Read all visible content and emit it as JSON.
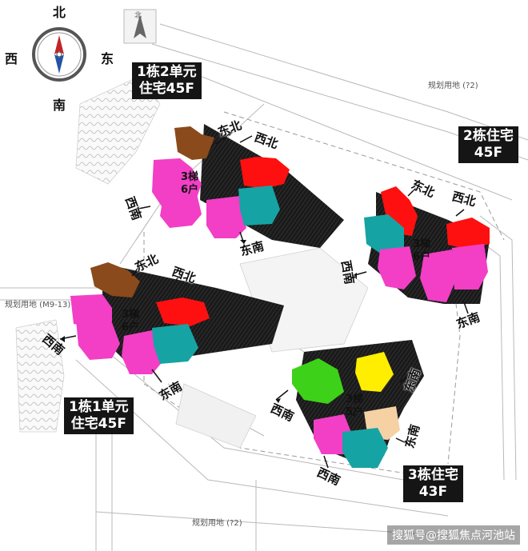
{
  "compass": {
    "north": "北",
    "south": "南",
    "east": "东",
    "west": "西"
  },
  "north_arrow_label": "北",
  "buildings": {
    "b1u2": {
      "label": "1栋2单元\n住宅45F",
      "stairs": "3梯\n6户",
      "dirs": [
        "东北",
        "西北",
        "西南",
        "东南"
      ]
    },
    "b2": {
      "label": "2栋住宅\n45F",
      "stairs": "3梯\n6户",
      "dirs": [
        "东北",
        "西北",
        "西南",
        "东南"
      ]
    },
    "b1u1": {
      "label": "1栋1单元\n住宅45F",
      "stairs": "3梯\n6户",
      "dirs": [
        "东北",
        "西北",
        "西南",
        "东南"
      ]
    },
    "b3": {
      "label": "3栋住宅\n43F",
      "stairs": "3梯\n5户",
      "dirs": [
        "东南",
        "西南",
        "西南",
        "东南"
      ]
    }
  },
  "plots": {
    "top": "规划用地 (?2)",
    "left": "规划用地 (M9-13)",
    "bottom": "规划用地 (?2)"
  },
  "unit_colors": {
    "magenta": "#f23fc6",
    "teal": "#16a3a3",
    "red": "#ff1010",
    "brown": "#8a4a1c",
    "green": "#3ed11a",
    "yellow": "#ffee00",
    "peach": "#f6d1a4"
  },
  "watermark": "搜狐号@搜狐焦点河池站"
}
